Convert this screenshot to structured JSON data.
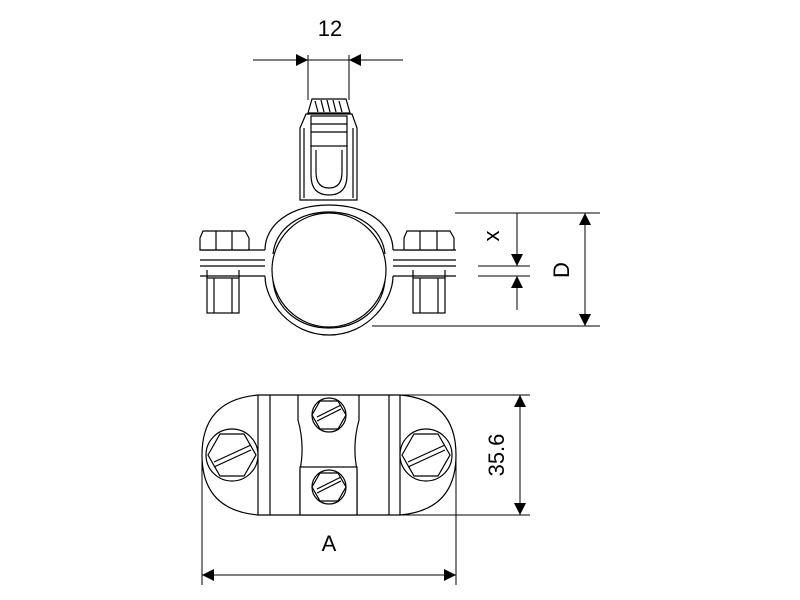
{
  "dimensions": {
    "width_12": "12",
    "x": "x",
    "D": "D",
    "height_35_6": "35.6",
    "A": "A"
  },
  "colors": {
    "line": "#000000",
    "background": "#ffffff"
  }
}
